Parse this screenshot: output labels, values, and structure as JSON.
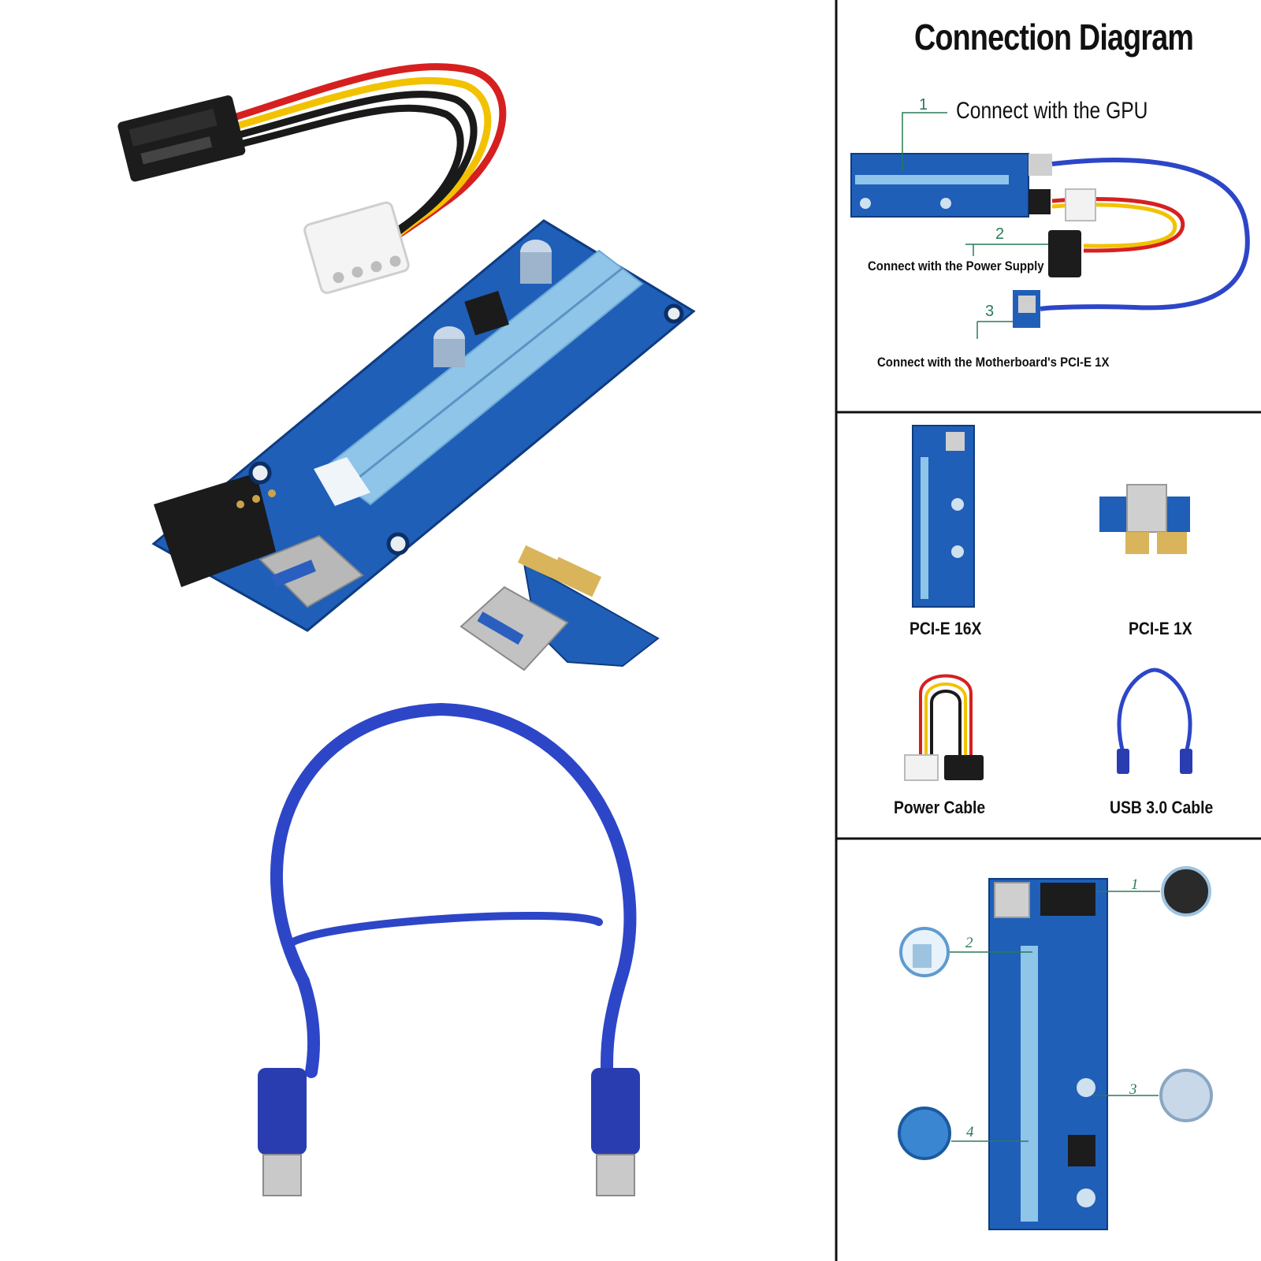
{
  "connection_diagram": {
    "title": "Connection Diagram",
    "steps": [
      {
        "number": "1",
        "label": "Connect with the GPU"
      },
      {
        "number": "2",
        "label": "Connect with the Power Supply"
      },
      {
        "number": "3",
        "label": "Connect with the Motherboard's PCI-E 1X"
      }
    ]
  },
  "components": [
    {
      "label": "PCI-E 16X"
    },
    {
      "label": "PCI-E 1X"
    },
    {
      "label": "Power Cable"
    },
    {
      "label": "USB 3.0 Cable"
    }
  ],
  "detail_callouts": [
    "1",
    "2",
    "3",
    "4"
  ],
  "colors": {
    "pcb_blue": "#1f5fb8",
    "slot_light_blue": "#8ec5e8",
    "cable_blue": "#2d46c8",
    "wire_red": "#d62020",
    "wire_yellow": "#f2c200",
    "wire_black": "#1a1a1a",
    "callout_green": "#2a7a55"
  }
}
